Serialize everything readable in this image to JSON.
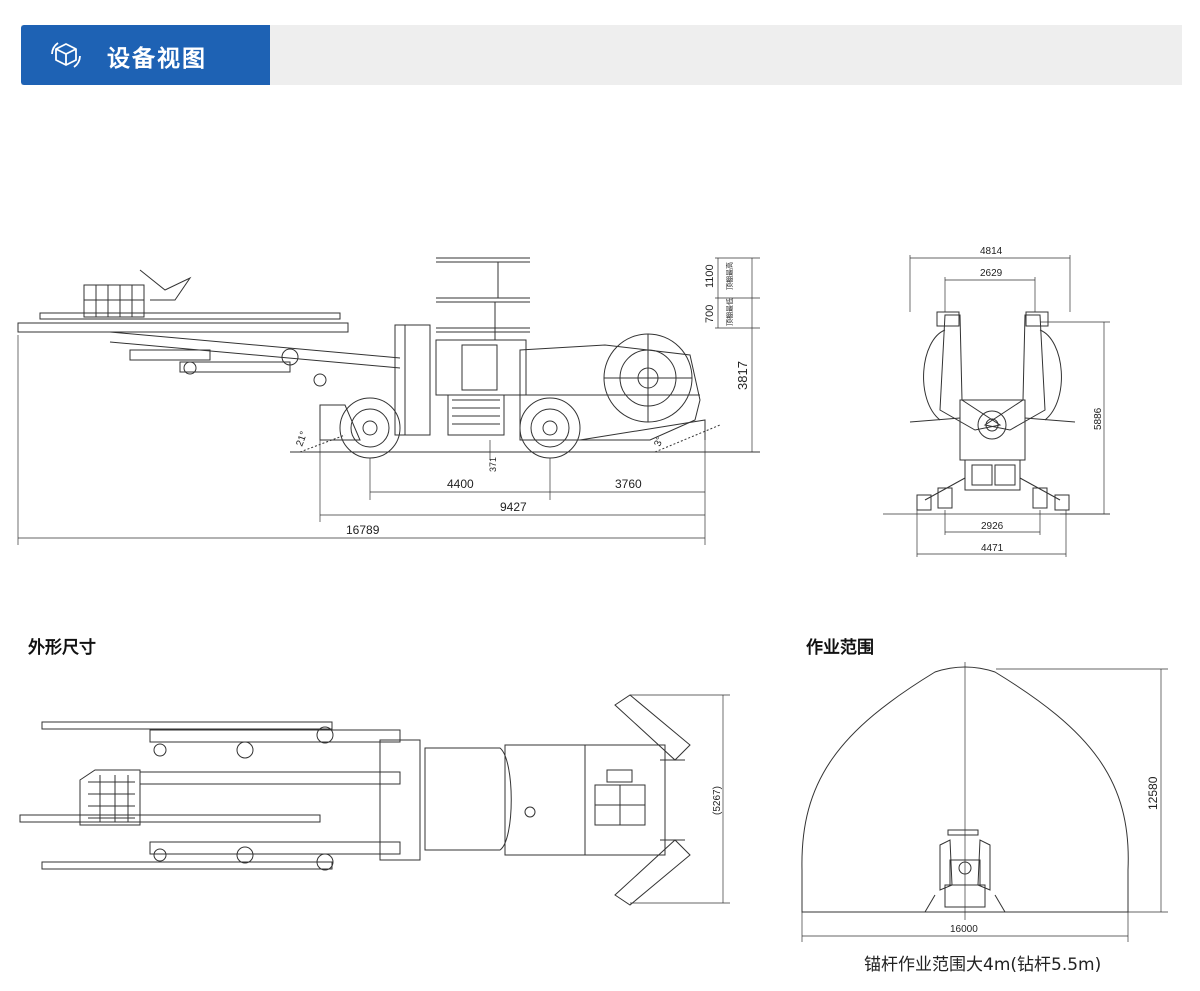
{
  "header": {
    "title": "设备视图",
    "accent": "#1e62b4",
    "icon": "cube-icon"
  },
  "side_view": {
    "heights": [
      "1100",
      "700",
      "3817"
    ],
    "height_notes": [
      "顶棚最高",
      "顶棚最低"
    ],
    "angles": [
      "21°",
      "3°"
    ],
    "clearance": "371",
    "lengths": [
      "4400",
      "3760",
      "9427",
      "16789"
    ]
  },
  "front_view": {
    "widths_top": [
      "4814",
      "2629"
    ],
    "widths_bottom": [
      "2926",
      "4471"
    ],
    "height": "5886"
  },
  "sections": {
    "outline_title": "外形尺寸",
    "range_title": "作业范围"
  },
  "top_view": {
    "width": "(5267)"
  },
  "range_view": {
    "height": "12580",
    "width": "16000",
    "caption": "锚杆作业范围大4m(钻杆5.5m)"
  }
}
